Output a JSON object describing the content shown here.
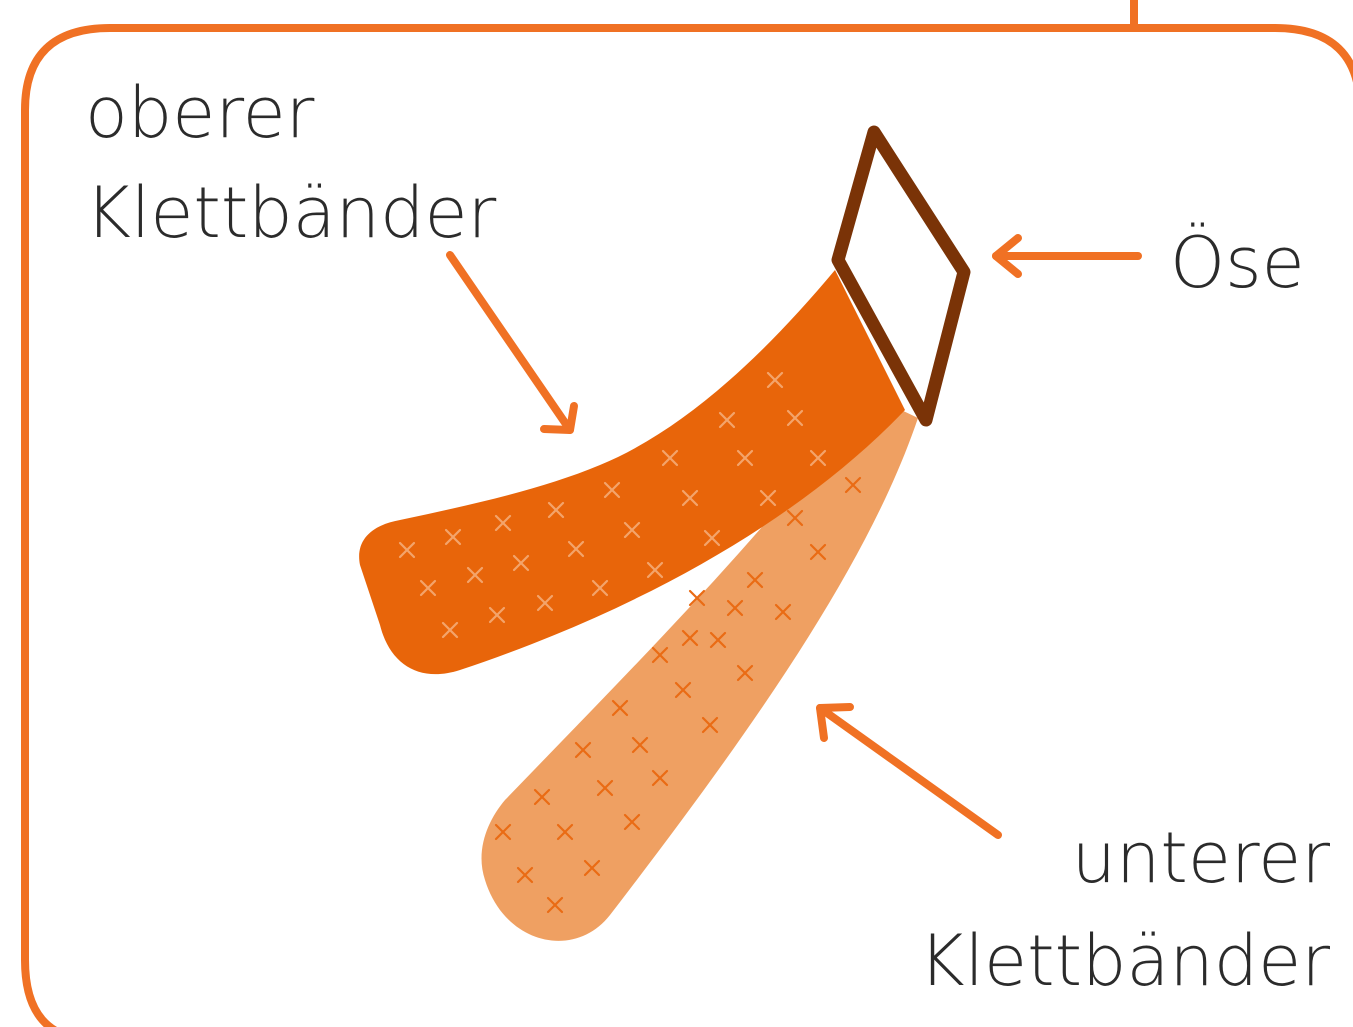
{
  "colors": {
    "frame": "#f07124",
    "arrow": "#f07124",
    "upper_strap": "#e8650a",
    "lower_strap": "#efa062",
    "upper_strap_marks": "#f3a46b",
    "lower_strap_marks": "#ea6b14",
    "eyelet": "#7a3307",
    "text": "#2b2b2b"
  },
  "labels": {
    "upper_line1": "oberer",
    "upper_line2": "Klettbänder",
    "eyelet": "Öse",
    "lower_line1": "unterer",
    "lower_line2": "Klettbänder"
  },
  "icons": {
    "arrow_upper": "arrow-icon",
    "arrow_eyelet": "arrow-icon",
    "arrow_lower": "arrow-icon",
    "hook_marks": "cross-mark-icon"
  }
}
